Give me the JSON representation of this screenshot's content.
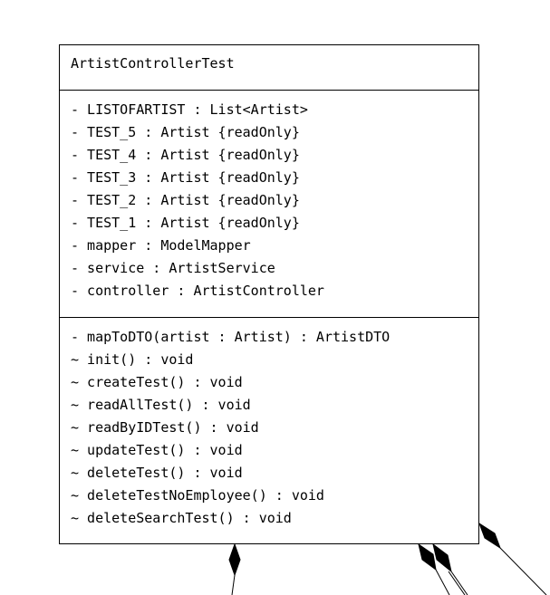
{
  "class_box": {
    "name": "ArtistControllerTest",
    "attributes": [
      "- LISTOFARTIST : List<Artist>",
      "- TEST_5 : Artist {readOnly}",
      "- TEST_4 : Artist {readOnly}",
      "- TEST_3 : Artist {readOnly}",
      "- TEST_2 : Artist {readOnly}",
      "- TEST_1 : Artist {readOnly}",
      "- mapper : ModelMapper",
      "- service : ArtistService",
      "- controller : ArtistController"
    ],
    "operations": [
      "- mapToDTO(artist : Artist) : ArtistDTO",
      "~ init() : void",
      "~ createTest() : void",
      "~ readAllTest() : void",
      "~ readByIDTest() : void",
      "~ updateTest() : void",
      "~ deleteTest() : void",
      "~ deleteTestNoEmployee() : void",
      "~ deleteSearchTest() : void"
    ]
  },
  "colors": {
    "line": "#000000",
    "background": "#ffffff"
  }
}
